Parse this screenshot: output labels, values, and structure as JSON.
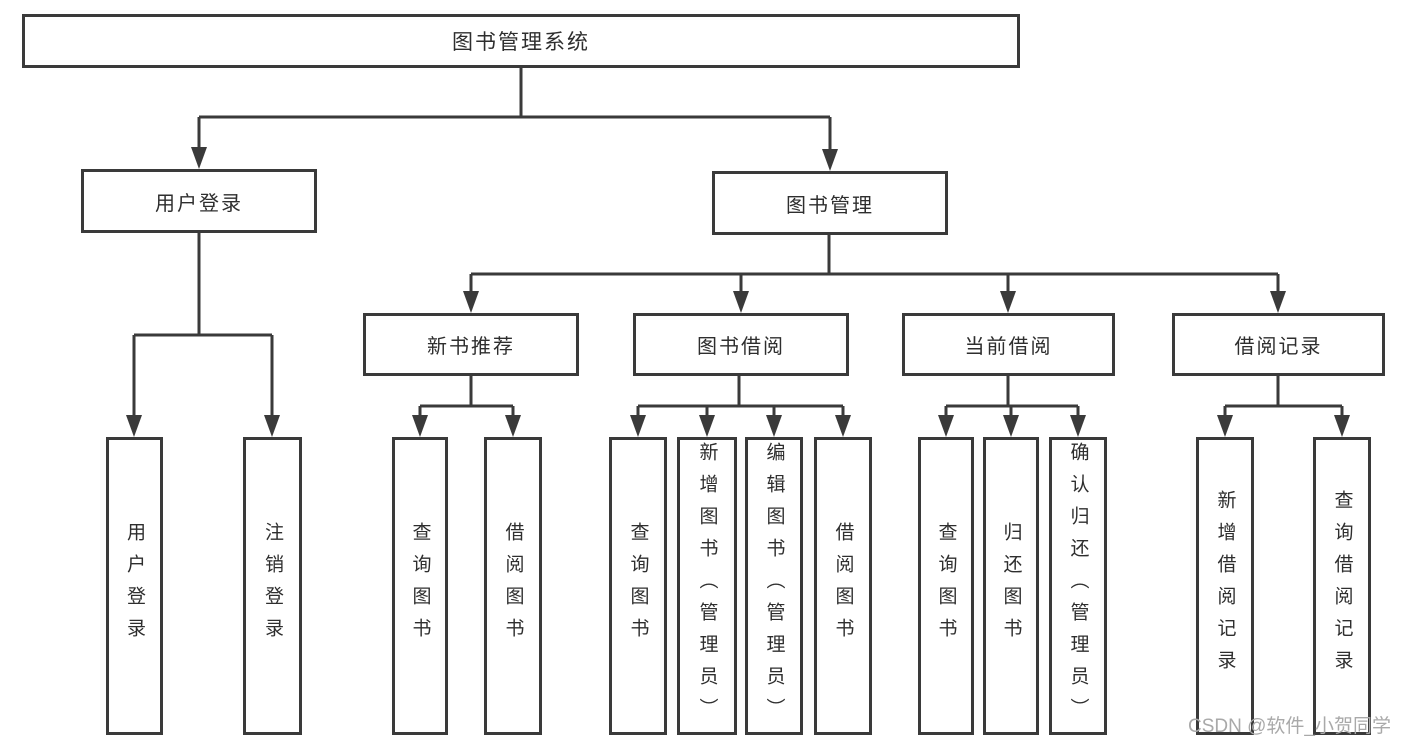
{
  "colors": {
    "line": "#3a3a3a",
    "box_border": "#3a3a3a",
    "text": "#2e2e2e",
    "watermark": "#a9a9a9",
    "background": "#ffffff"
  },
  "tree": {
    "label": "图书管理系统",
    "children": [
      {
        "label": "用户登录",
        "children": [
          {
            "label": "用户登录"
          },
          {
            "label": "注销登录"
          }
        ]
      },
      {
        "label": "图书管理",
        "children": [
          {
            "label": "新书推荐",
            "children": [
              {
                "label": "查询图书"
              },
              {
                "label": "借阅图书"
              }
            ]
          },
          {
            "label": "图书借阅",
            "children": [
              {
                "label": "查询图书"
              },
              {
                "label": "新增图书（管理员）"
              },
              {
                "label": "编辑图书（管理员）"
              },
              {
                "label": "借阅图书"
              }
            ]
          },
          {
            "label": "当前借阅",
            "children": [
              {
                "label": "查询图书"
              },
              {
                "label": "归还图书"
              },
              {
                "label": "确认归还（管理员）"
              }
            ]
          },
          {
            "label": "借阅记录",
            "children": [
              {
                "label": "新增借阅记录"
              },
              {
                "label": "查询借阅记录"
              }
            ]
          }
        ]
      }
    ]
  },
  "watermark": {
    "text": "CSDN @软件_小贺同学"
  }
}
